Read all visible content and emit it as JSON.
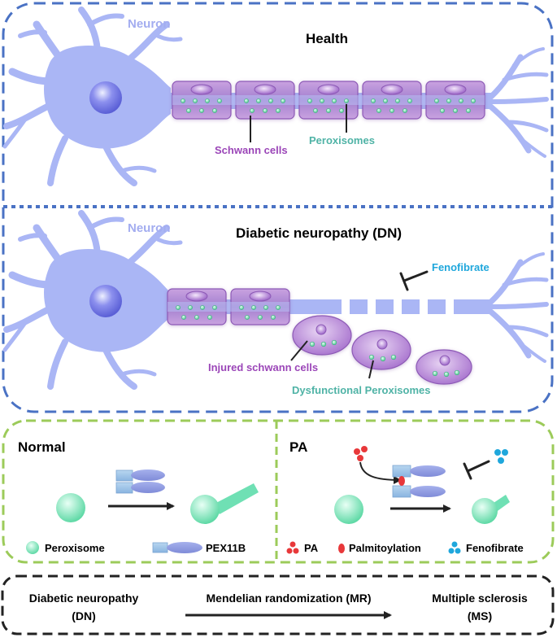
{
  "panel_health": {
    "neuron_label": "Neuron",
    "title": "Health",
    "schwann_label": "Schwann cells",
    "perox_label": "Peroxisomes"
  },
  "panel_dn": {
    "neuron_label": "Neuron",
    "title": "Diabetic neuropathy (DN)",
    "fenofibrate_label": "Fenofibrate",
    "injured_label": "Injured schwann cells",
    "dysfunctional_label": "Dysfunctional Peroxisomes"
  },
  "panel_normal": {
    "title": "Normal",
    "legend_peroxisome": "Peroxisome",
    "legend_pex11b": "PEX11B"
  },
  "panel_pa": {
    "title": "PA",
    "legend_pa": "PA",
    "legend_palmitoylation": "Palmitoylation",
    "legend_fenofibrate": "Fenofibrate"
  },
  "bottom_bar": {
    "left_line1": "Diabetic neuropathy",
    "left_line2": "(DN)",
    "middle": "Mendelian randomization (MR)",
    "right_line1": "Multiple sclerosis",
    "right_line2": "(MS)"
  },
  "colors": {
    "neuron": "#aab6f5",
    "schwann": "#b98ad6",
    "peroxisome": "#6fe0b4",
    "health_border": "#4a72c4",
    "mechanism_border": "#9ccb5a",
    "fenofibrate": "#1fa7dc",
    "pa": "#e8383a"
  }
}
